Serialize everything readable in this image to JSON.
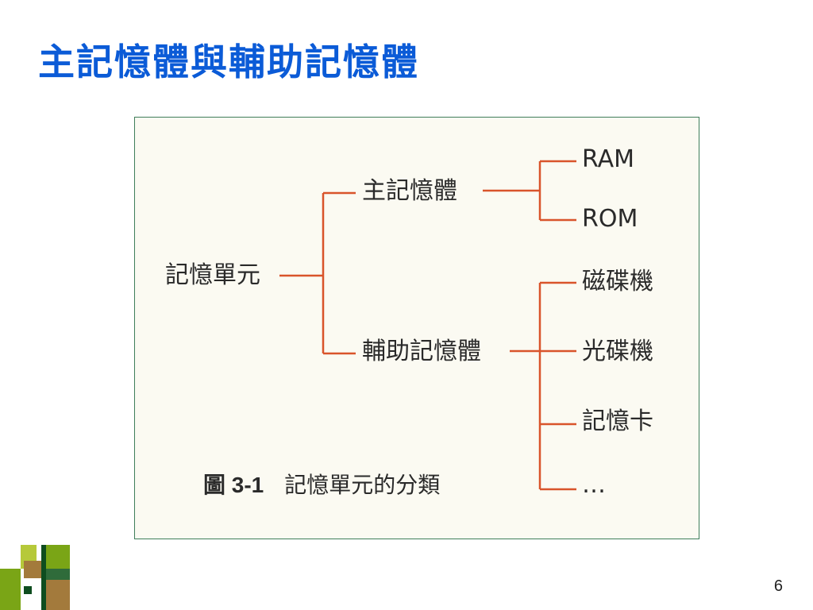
{
  "slide": {
    "title": "主記憶體與輔助記憶體",
    "page_number": "6"
  },
  "diagram": {
    "root": "記憶單元",
    "branch_primary": "主記憶體",
    "branch_secondary": "輔助記憶體",
    "primary_children": [
      "RAM",
      "ROM"
    ],
    "secondary_children": [
      "磁碟機",
      "光碟機",
      "記憶卡",
      "…"
    ],
    "caption_number": "圖 3-1",
    "caption_text": "記憶單元的分類",
    "line_color": "#d9542b"
  },
  "decoration": {
    "colors": [
      "#7aa516",
      "#a37a3c",
      "#0e4d1f",
      "#b6c93a",
      "#2f6b3a"
    ]
  }
}
